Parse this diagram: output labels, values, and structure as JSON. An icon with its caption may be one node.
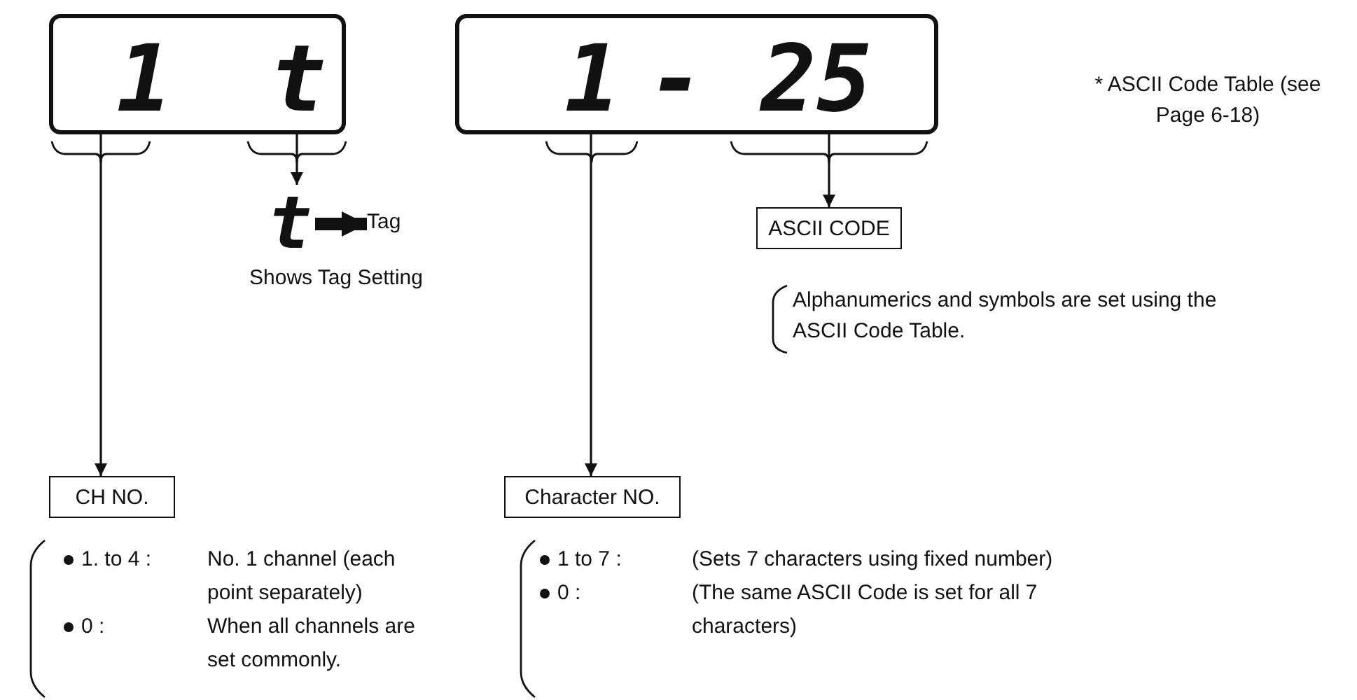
{
  "diagram": {
    "nodes": [
      {
        "text": [],
        "shape": "box"
      },
      {
        "text": [
          "1"
        ],
        "in": 0
      },
      {
        "text": [
          "t"
        ],
        "in": 0
      },
      {
        "text": [],
        "shape": "box"
      },
      {
        "text": [
          "1"
        ],
        "in": 3
      },
      {
        "text": [
          "-"
        ],
        "in": 3
      },
      {
        "text": [
          "25"
        ],
        "in": 3
      },
      {
        "text": [
          "t"
        ]
      },
      {
        "text": [
          "Tag"
        ]
      },
      {
        "text": [
          "ASCII CODE"
        ]
      },
      {
        "text": [
          "CH NO."
        ]
      },
      {
        "text": [
          "Character NO."
        ]
      }
    ],
    "edges": [
      {
        "from": 1,
        "to": 10,
        "arrow": "to"
      },
      {
        "from": 2,
        "to": 7,
        "arrow": "to"
      },
      {
        "from": 7,
        "to": 8,
        "arrow": "to",
        "style": "thick"
      },
      {
        "from": 6,
        "to": 9,
        "arrow": "to"
      },
      {
        "from": 4,
        "to": 11,
        "arrow": "to"
      }
    ],
    "labels": [
      "Shows Tag Setting",
      "* ASCII Code Table (see Page 6-18)",
      "Alphanumerics and symbols are set using the ASCII Code Table.",
      "1. to 4 :",
      "No. 1 channel (each point separately)",
      "0 :",
      "When all channels are set commonly.",
      "1 to 7 :",
      "(Sets 7 characters using fixed number)",
      "0 :",
      "(The same ASCII Code is set for all 7 characters)"
    ]
  }
}
